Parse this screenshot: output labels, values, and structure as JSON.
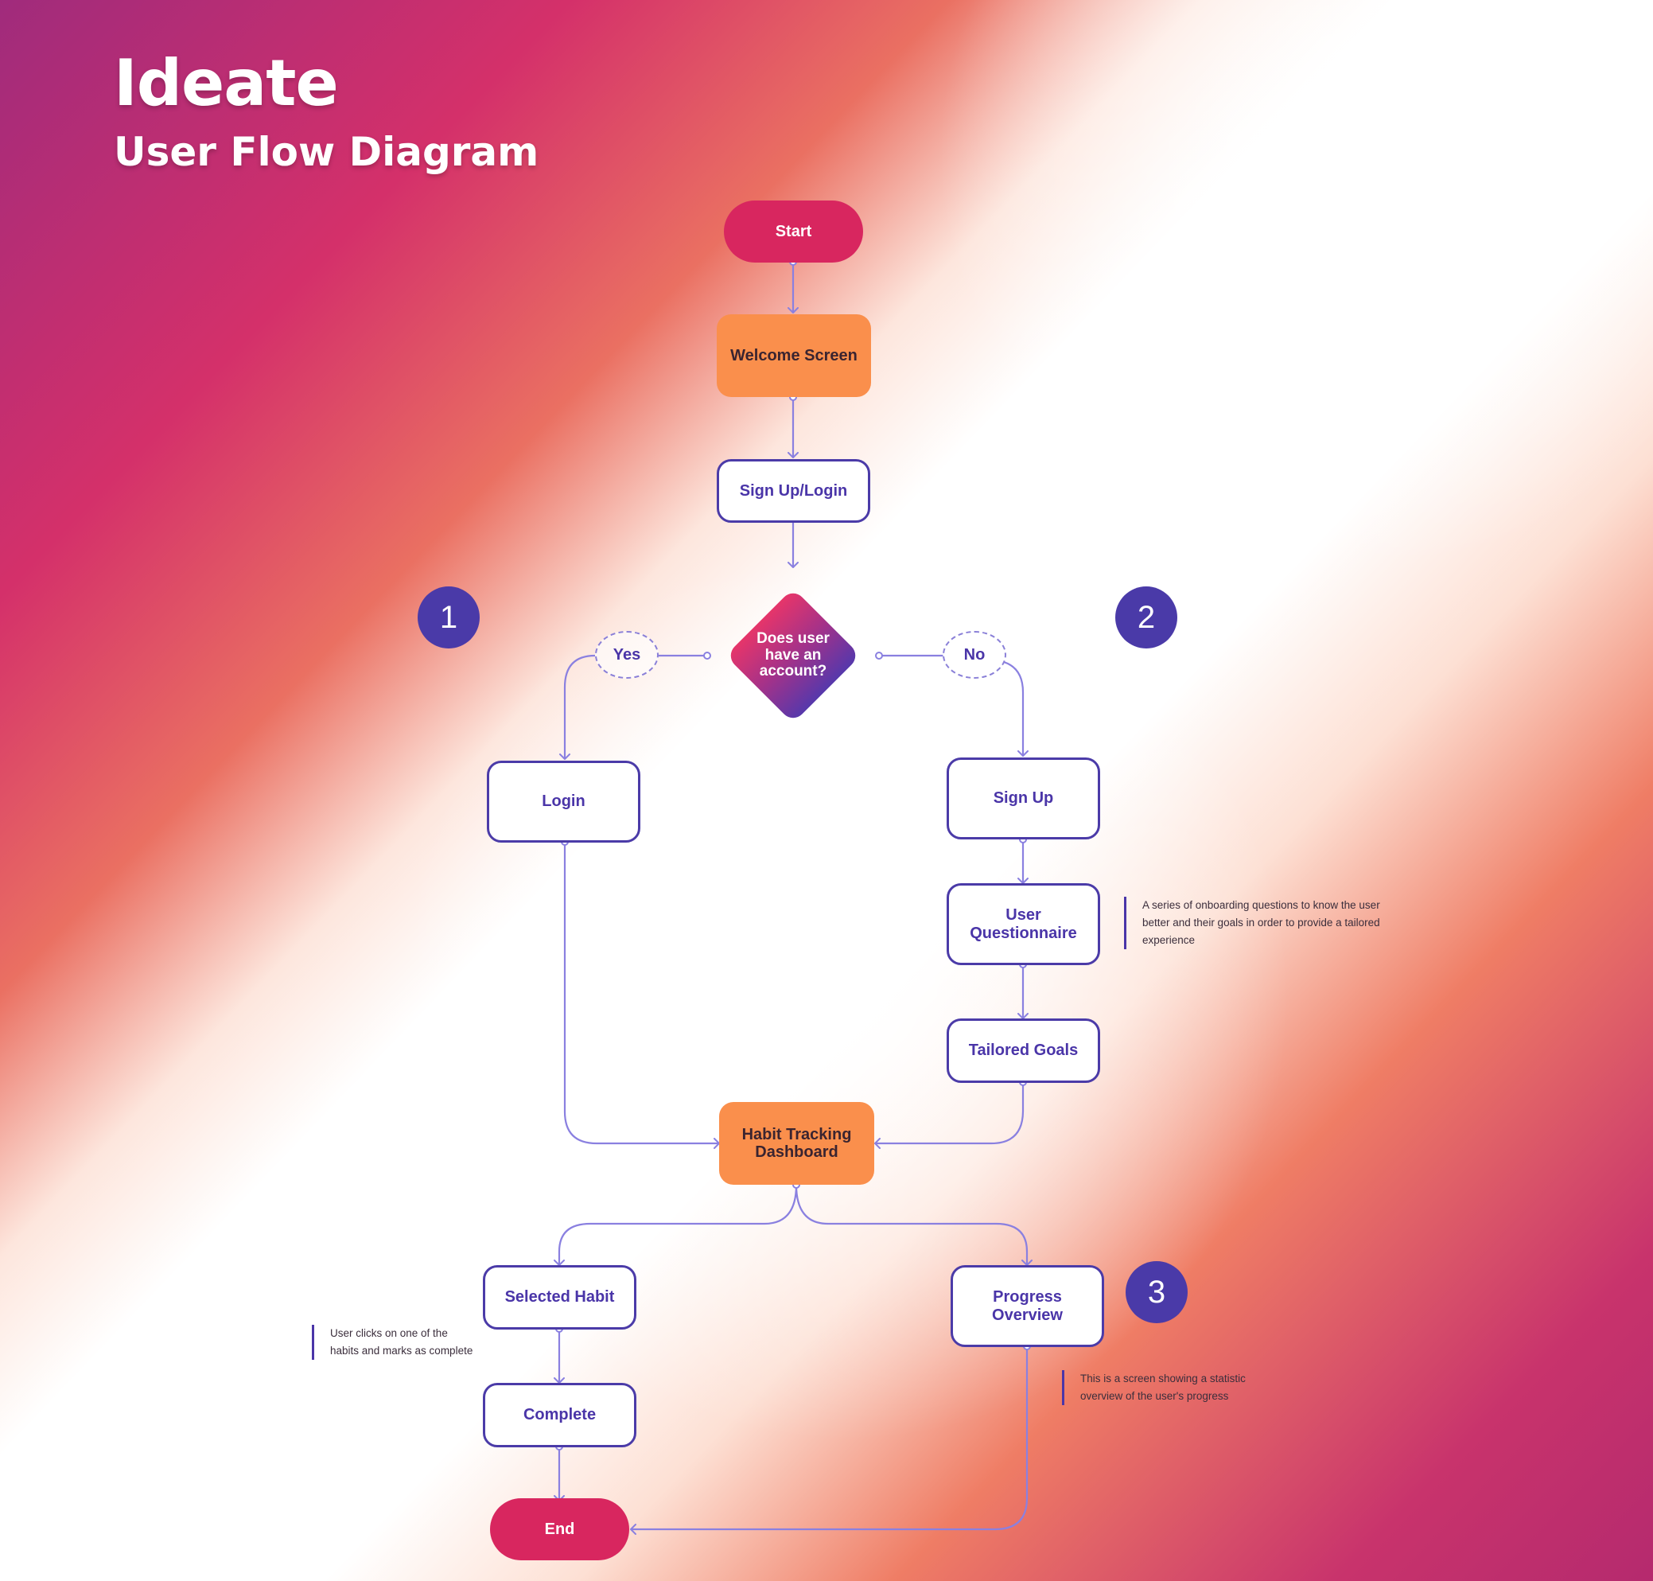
{
  "header": {
    "title": "Ideate",
    "subtitle": "User Flow Diagram"
  },
  "colors": {
    "terminal": "#d8265f",
    "screen_highlight": "#fa8f4c",
    "outline": "#4b3ba8",
    "connector": "#8a80e0",
    "badge": "#4a3aa8"
  },
  "flow": {
    "start": "Start",
    "welcome": "Welcome Screen",
    "signup_login": "Sign Up/Login",
    "decision": "Does user have an account?",
    "branch_yes": "Yes",
    "branch_no": "No",
    "login": "Login",
    "sign_up": "Sign Up",
    "questionnaire": "User Questionnaire",
    "tailored_goals": "Tailored Goals",
    "dashboard": "Habit Tracking Dashboard",
    "selected_habit": "Selected Habit",
    "complete": "Complete",
    "progress": "Progress Overview",
    "end": "End"
  },
  "badges": [
    "1",
    "2",
    "3"
  ],
  "notes": {
    "questionnaire": "A series of onboarding questions to know the user better and their goals in order to provide a tailored experience",
    "selected_habit": "User clicks on one of the habits and marks as complete",
    "progress": "This is a screen showing a statistic overview of the user's progress"
  }
}
